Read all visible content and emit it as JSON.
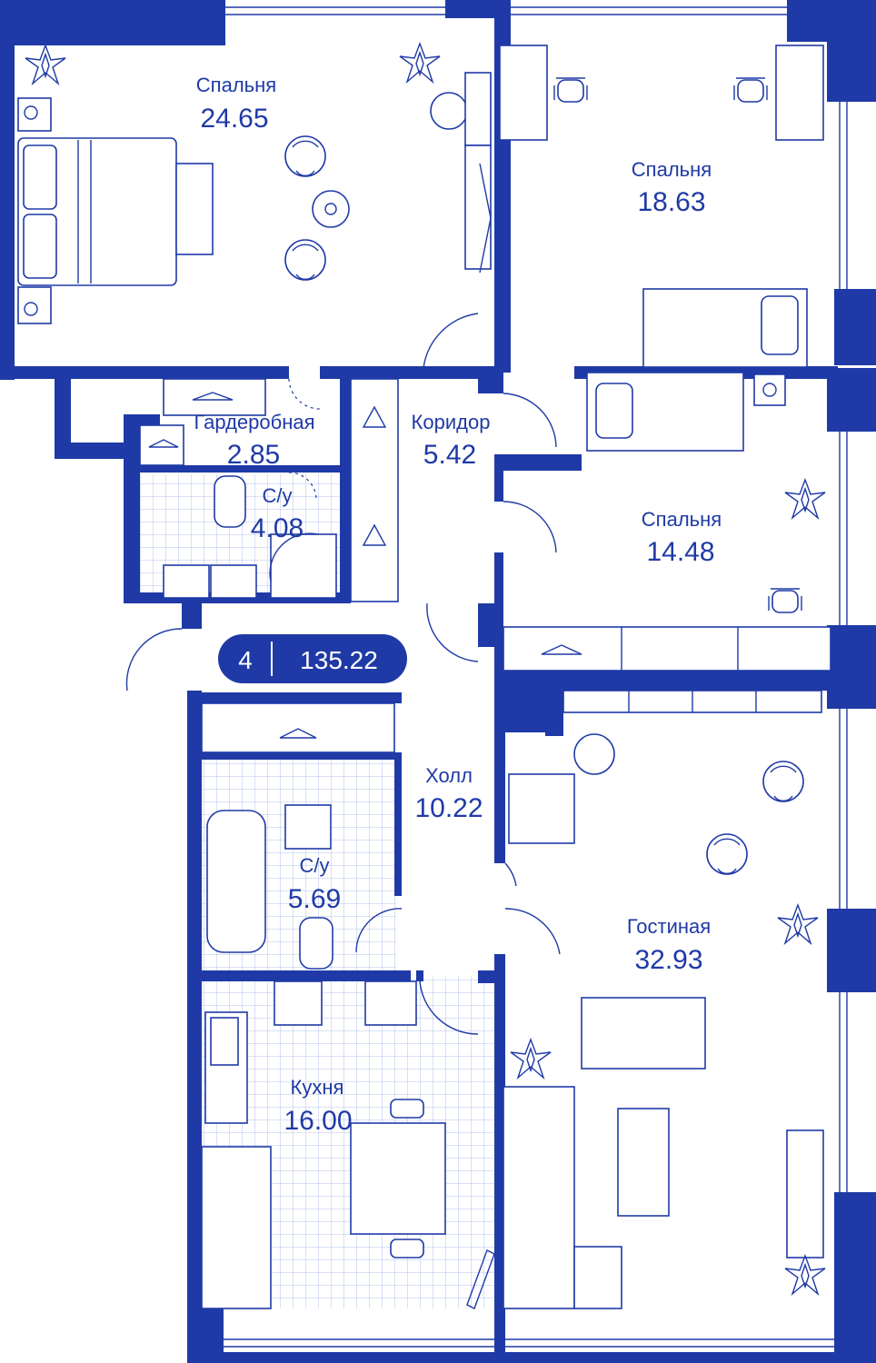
{
  "plan": {
    "colors": {
      "wall": "#1f3aa6",
      "tile": "#9fb0e6",
      "background": "#ffffff"
    },
    "badge": {
      "rooms": "4",
      "total_area": "135.22"
    },
    "rooms": [
      {
        "id": "bedroom1",
        "name": "Спальня",
        "area": "24.65"
      },
      {
        "id": "bedroom2",
        "name": "Спальня",
        "area": "18.63"
      },
      {
        "id": "wardrobe",
        "name": "Гардеробная",
        "area": "2.85"
      },
      {
        "id": "corridor",
        "name": "Коридор",
        "area": "5.42"
      },
      {
        "id": "bath1",
        "name": "С/у",
        "area": "4.08"
      },
      {
        "id": "bedroom3",
        "name": "Спальня",
        "area": "14.48"
      },
      {
        "id": "hall",
        "name": "Холл",
        "area": "10.22"
      },
      {
        "id": "bath2",
        "name": "С/у",
        "area": "5.69"
      },
      {
        "id": "living",
        "name": "Гостиная",
        "area": "32.93"
      },
      {
        "id": "kitchen",
        "name": "Кухня",
        "area": "16.00"
      }
    ]
  }
}
